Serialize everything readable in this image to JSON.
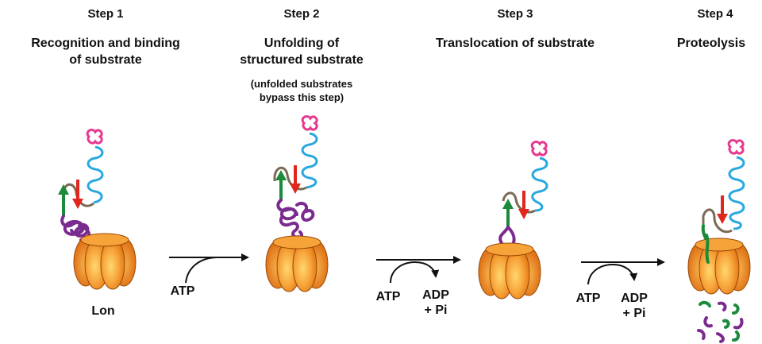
{
  "steps": [
    {
      "number": "Step 1",
      "title_lines": [
        "Recognition and binding",
        "of substrate"
      ]
    },
    {
      "number": "Step 2",
      "title_lines": [
        "Unfolding of",
        "structured substrate"
      ],
      "note_lines": [
        "(unfolded substrates",
        "bypass this step)"
      ]
    },
    {
      "number": "Step 3",
      "title_lines": [
        "Translocation of substrate"
      ]
    },
    {
      "number": "Step 4",
      "title_lines": [
        "Proteolysis"
      ]
    }
  ],
  "protease_label": "Lon",
  "reactions": [
    {
      "input": "ATP"
    },
    {
      "input": "ATP",
      "output_lines": [
        "ADP",
        "+ Pi"
      ]
    },
    {
      "input": "ATP",
      "output_lines": [
        "ADP",
        "+ Pi"
      ]
    }
  ],
  "colors": {
    "protease": "#f08a24",
    "protease_highlight": "#ffd36b",
    "helix": "#29a8e0",
    "tag": "#e6398f",
    "disordered_region": "#7b2b8f",
    "strand_up": "#1b8a3a",
    "strand_down": "#e1261c",
    "loop": "#7a6a55",
    "threaded_chain": "#1b8a3a"
  }
}
